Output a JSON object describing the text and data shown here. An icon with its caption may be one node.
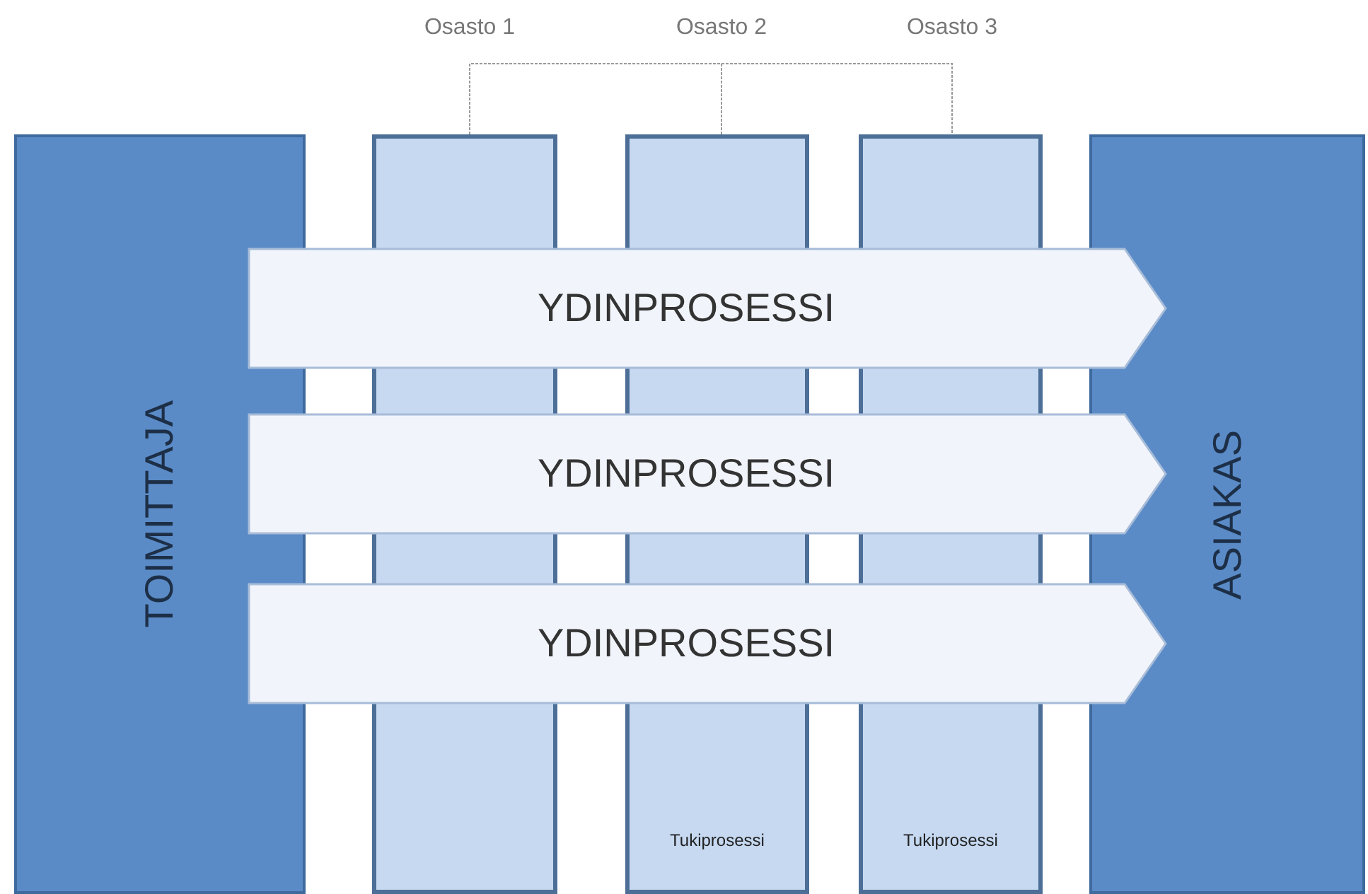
{
  "diagram": {
    "nodes": [
      {
        "text": [
          "TOIMITTAJA"
        ]
      },
      {
        "text": [],
        "shape": "box"
      },
      {
        "text": [
          "Tukiprosessi"
        ]
      },
      {
        "text": [
          "Tukiprosessi"
        ]
      },
      {
        "text": [
          "ASIAKAS"
        ]
      },
      {
        "text": [
          "YDINPROSESSI"
        ]
      },
      {
        "text": [
          "YDINPROSESSI"
        ]
      },
      {
        "text": [
          "YDINPROSESSI"
        ]
      }
    ],
    "labels": [
      "Osasto 1",
      "Osasto 2",
      "Osasto 3"
    ]
  }
}
